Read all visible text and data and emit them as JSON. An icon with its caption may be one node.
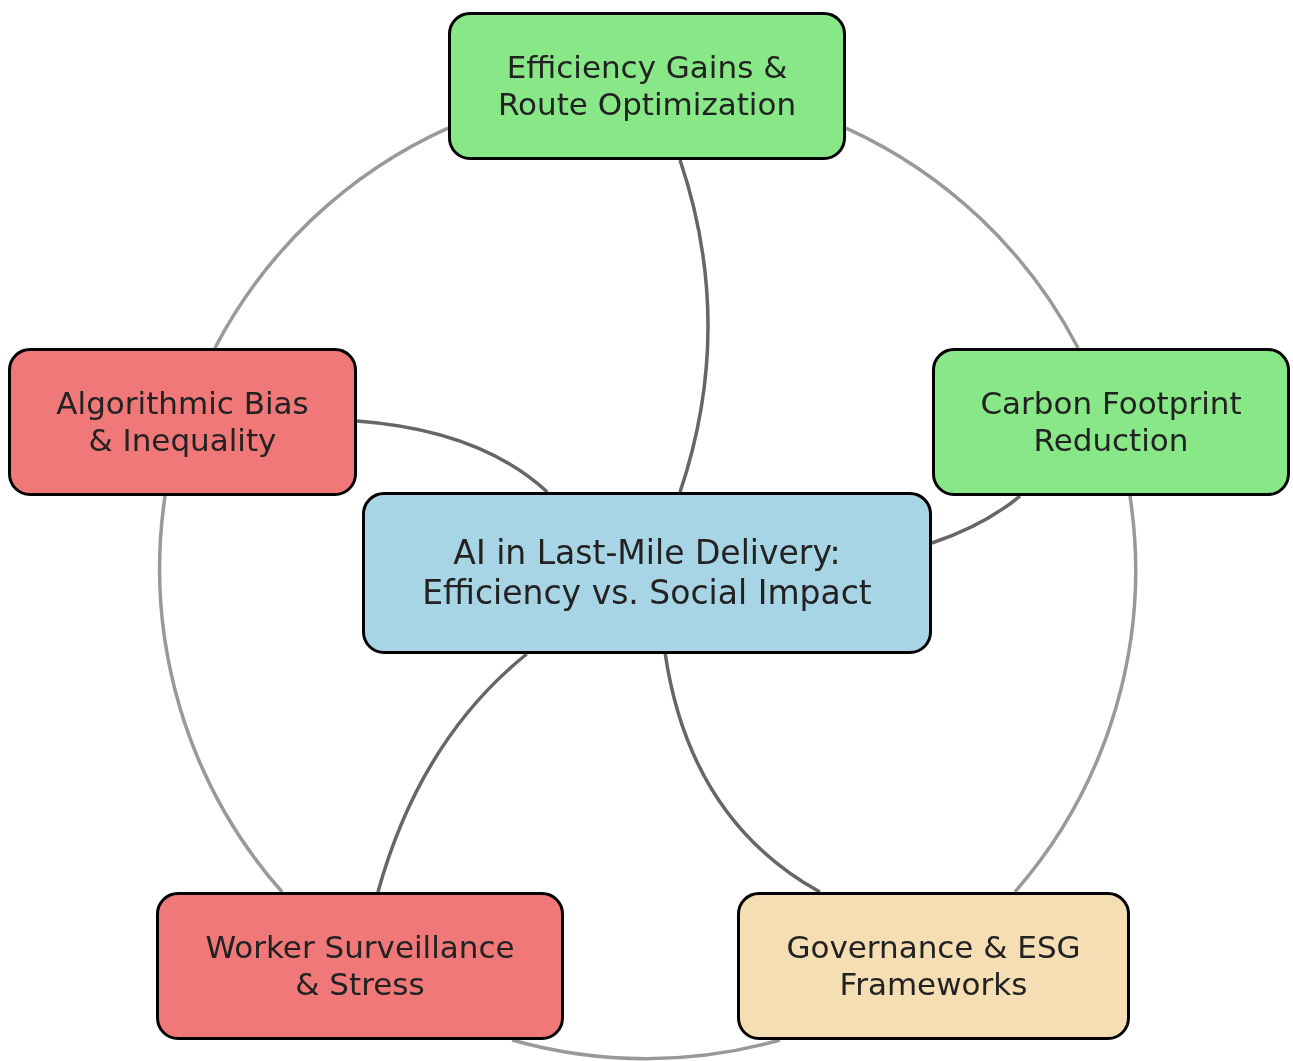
{
  "diagram": {
    "nodes": [
      {
        "text": [
          "AI in Last-Mile Delivery: Efficiency vs. Social Impact"
        ]
      },
      {
        "text": [
          "Efficiency Gains & Route Optimization"
        ]
      },
      {
        "text": [
          "Carbon Footprint Reduction"
        ]
      },
      {
        "text": [
          "Governance & ESG Frameworks"
        ]
      },
      {
        "text": [
          "Worker Surveillance & Stress"
        ]
      },
      {
        "text": [
          "Algorithmic Bias & Inequality"
        ]
      }
    ],
    "edges": [
      {
        "from": 0,
        "to": 1,
        "arrow": "none"
      },
      {
        "from": 0,
        "to": 2,
        "arrow": "none"
      },
      {
        "from": 0,
        "to": 3,
        "arrow": "none"
      },
      {
        "from": 0,
        "to": 4,
        "arrow": "none"
      },
      {
        "from": 0,
        "to": 5,
        "arrow": "none"
      },
      {
        "from": 1,
        "to": 2,
        "arrow": "none",
        "color": "#999999"
      },
      {
        "from": 2,
        "to": 3,
        "arrow": "none",
        "color": "#999999"
      },
      {
        "from": 3,
        "to": 4,
        "arrow": "none",
        "color": "#999999"
      },
      {
        "from": 4,
        "to": 5,
        "arrow": "none",
        "color": "#999999"
      },
      {
        "from": 5,
        "to": 1,
        "arrow": "none",
        "color": "#999999"
      }
    ]
  }
}
